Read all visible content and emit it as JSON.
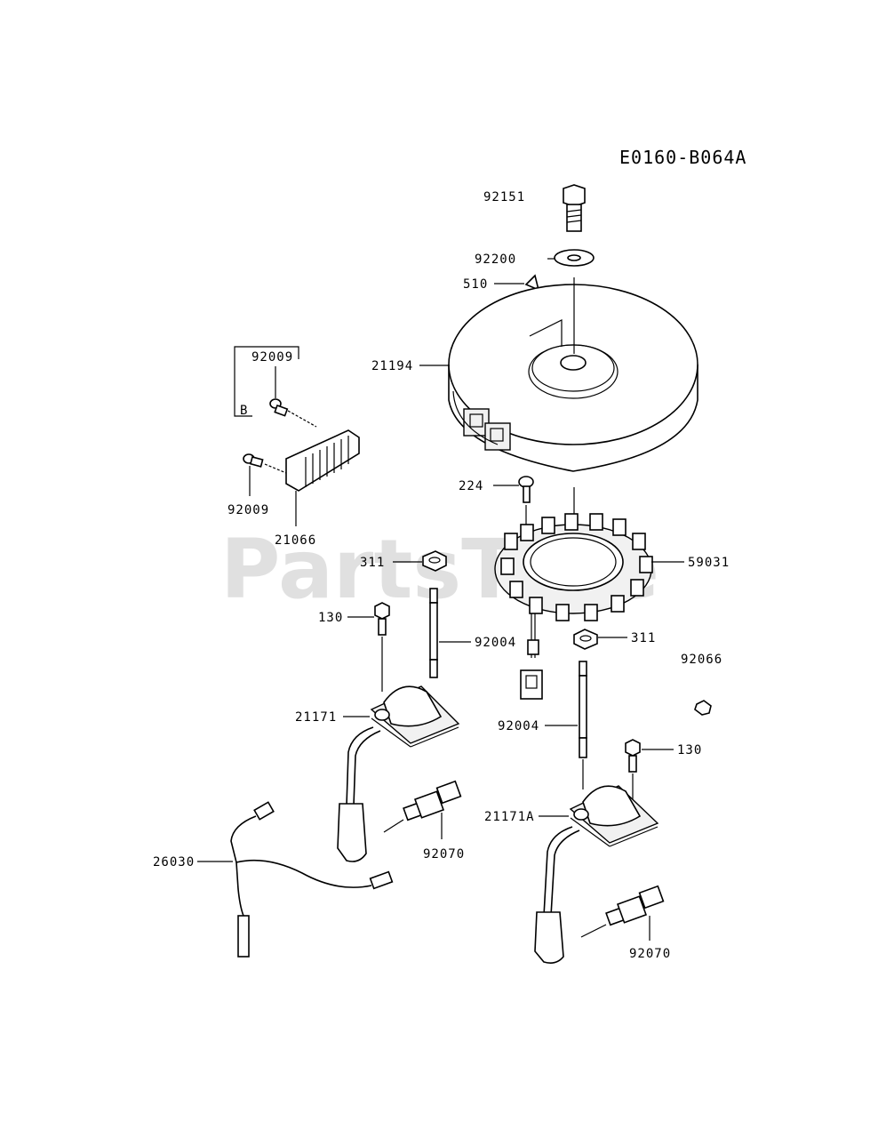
{
  "diagram": {
    "code": "E0160-B064A",
    "watermark": "PartsTree",
    "group_label": "B",
    "callouts": {
      "c92151": "92151",
      "c92200": "92200",
      "c510": "510",
      "c21194": "21194",
      "c92009_a": "92009",
      "c92009_b": "92009",
      "c21066": "21066",
      "c224": "224",
      "c59031": "59031",
      "c311_a": "311",
      "c311_b": "311",
      "c130_a": "130",
      "c130_b": "130",
      "c92004_a": "92004",
      "c92004_b": "92004",
      "c92066": "92066",
      "c21171": "21171",
      "c21171A": "21171A",
      "c92070_a": "92070",
      "c92070_b": "92070",
      "c26030": "26030"
    }
  }
}
